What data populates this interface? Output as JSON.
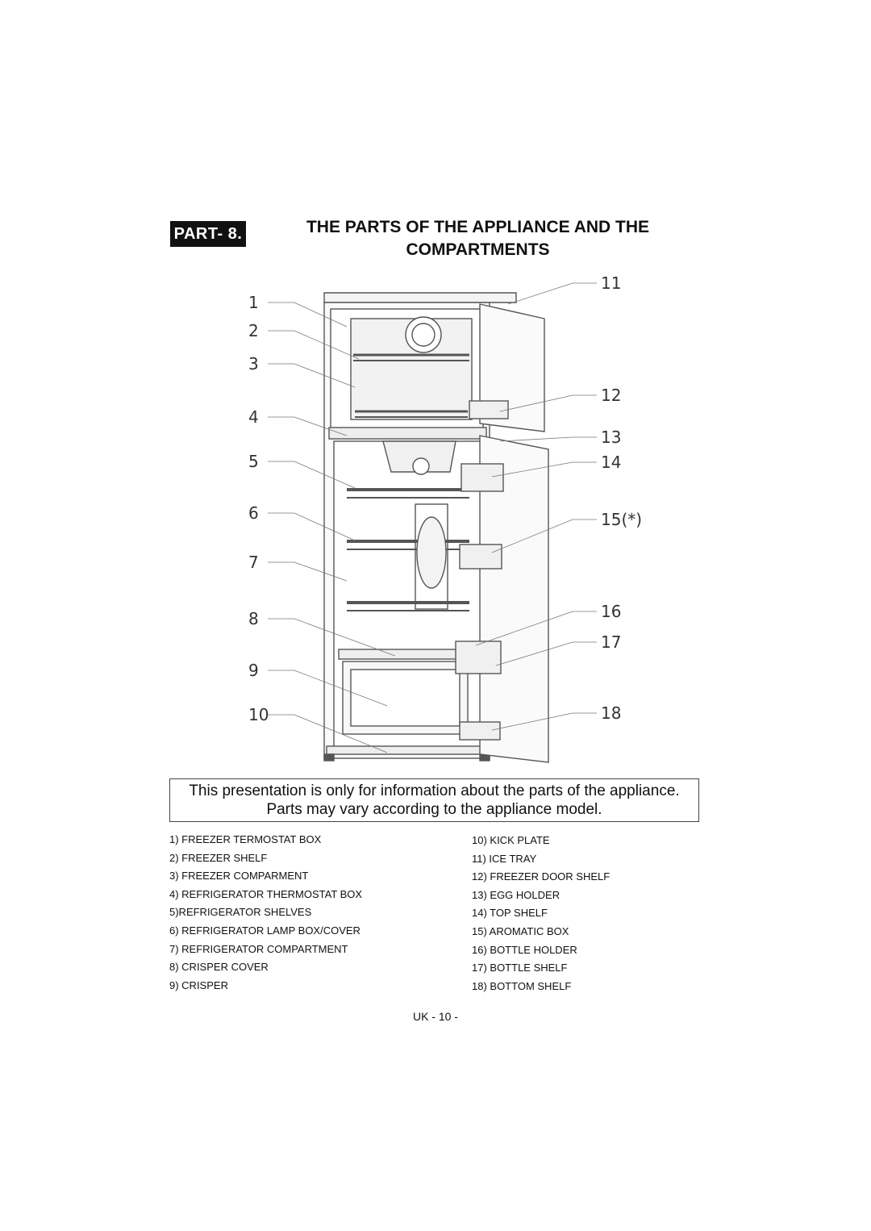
{
  "header": {
    "part_label": "PART- 8.",
    "title_line1": "THE PARTS OF THE APPLIANCE AND THE",
    "title_line2": "COMPARTMENTS"
  },
  "diagram": {
    "callouts": [
      "1",
      "2",
      "3",
      "4",
      "5",
      "6",
      "7",
      "8",
      "9",
      "10",
      "11",
      "12",
      "13",
      "14",
      "15(*)",
      "16",
      "17",
      "18"
    ]
  },
  "notice": {
    "line1": "This presentation  is only for information about the parts of the appliance.",
    "line2": "Parts may vary according to the appliance model."
  },
  "parts_left": [
    "1) FREEZER TERMOSTAT BOX",
    "2) FREEZER SHELF",
    "3) FREEZER COMPARMENT",
    "4) REFRIGERATOR THERMOSTAT BOX",
    "5)REFRIGERATOR SHELVES",
    "6) REFRIGERATOR LAMP BOX/COVER",
    "7) REFRIGERATOR COMPARTMENT",
    "8) CRISPER COVER",
    "9) CRISPER"
  ],
  "parts_right": [
    "10) KICK PLATE",
    "11) ICE TRAY",
    "12) FREEZER DOOR SHELF",
    "13) EGG HOLDER",
    "14) TOP SHELF",
    "15) AROMATIC BOX",
    "16)  BOTTLE HOLDER",
    "17) BOTTLE SHELF",
    "18) BOTTOM SHELF"
  ],
  "footer": {
    "page_number": "UK - 10 -"
  }
}
